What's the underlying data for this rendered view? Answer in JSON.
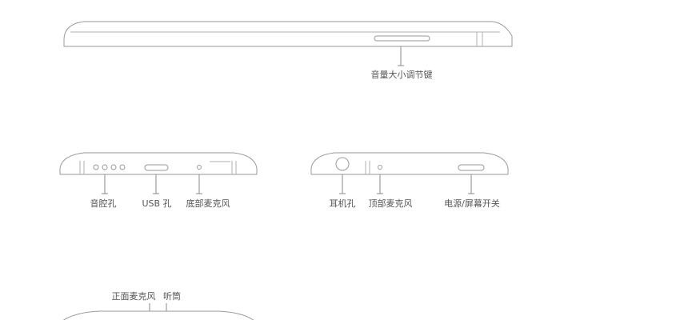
{
  "labels": {
    "volume_key": "音量大小调节键",
    "speaker_hole": "音腔孔",
    "usb_port": "USB 孔",
    "bottom_mic": "底部麦克风",
    "headphone_jack": "耳机孔",
    "top_mic": "顶部麦克风",
    "power_key": "电源/屏幕开关",
    "front_mic": "正面麦克风",
    "earpiece": "听筒"
  },
  "colors": {
    "outline": "#9a9a9a",
    "label_text": "#555555"
  }
}
